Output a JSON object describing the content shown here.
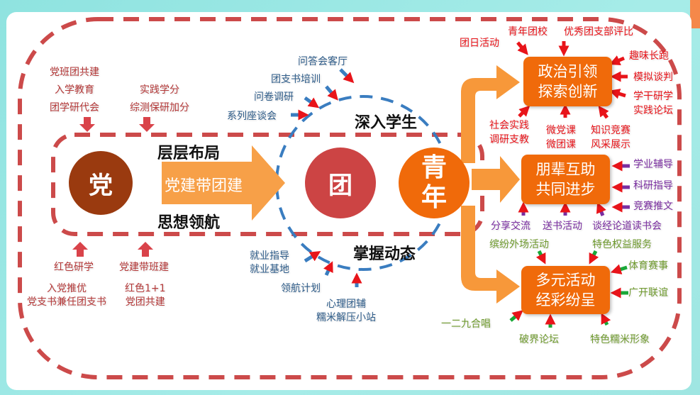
{
  "colors": {
    "party": "#9a3a0f",
    "league": "#cc4444",
    "youth": "#f06a0a",
    "red_dash": "#cc4a4a",
    "blue_dash": "#3a7dc0"
  },
  "center": {
    "party": "党",
    "league": "团",
    "youth": "青年",
    "arrow_label": "党建带团建",
    "top_label": "层层布局",
    "bottom_label": "思想领航",
    "circle_top": "深入学生",
    "circle_bottom": "掌握动态"
  },
  "left_top": {
    "group1": [
      "党班团共建",
      "入学教育",
      "团学研代会"
    ],
    "group2": [
      "实践学分",
      "综测保研加分"
    ]
  },
  "left_bottom": {
    "group1": [
      "红色研学"
    ],
    "group2": [
      "党建带班建"
    ],
    "group3": [
      "入党推优",
      "党支书兼任团支书"
    ],
    "group4": [
      "红色1+1",
      "党团共建"
    ]
  },
  "blue_top": [
    "问答会客厅",
    "团支书培训",
    "问卷调研",
    "系列座谈会"
  ],
  "blue_bottom": {
    "jobs": [
      "就业指导",
      "就业基地"
    ],
    "plan": "领航计划",
    "psy": [
      "心理团辅",
      "糯米解压小站"
    ]
  },
  "box1": {
    "title": [
      "政治引领",
      "探索创新"
    ],
    "items": [
      "团日活动",
      "青年团校",
      "优秀团支部评比",
      "趣味长跑",
      "模拟谈判",
      "学干研学",
      "实践论坛",
      "社会实践",
      "调研支教",
      "微党课",
      "微团课",
      "知识竞赛",
      "风采展示"
    ]
  },
  "box2": {
    "title": [
      "朋辈互助",
      "共同进步"
    ],
    "items": [
      "学业辅导",
      "科研指导",
      "竞赛推文",
      "分享交流",
      "送书活动",
      "谈经论道读书会"
    ]
  },
  "box3": {
    "title": [
      "多元活动",
      "经彩纷呈"
    ],
    "items": [
      "缤纷外场活动",
      "特色权益服务",
      "体育赛事",
      "广开联谊",
      "一二九合唱",
      "破界论坛",
      "特色糯米形象"
    ]
  }
}
